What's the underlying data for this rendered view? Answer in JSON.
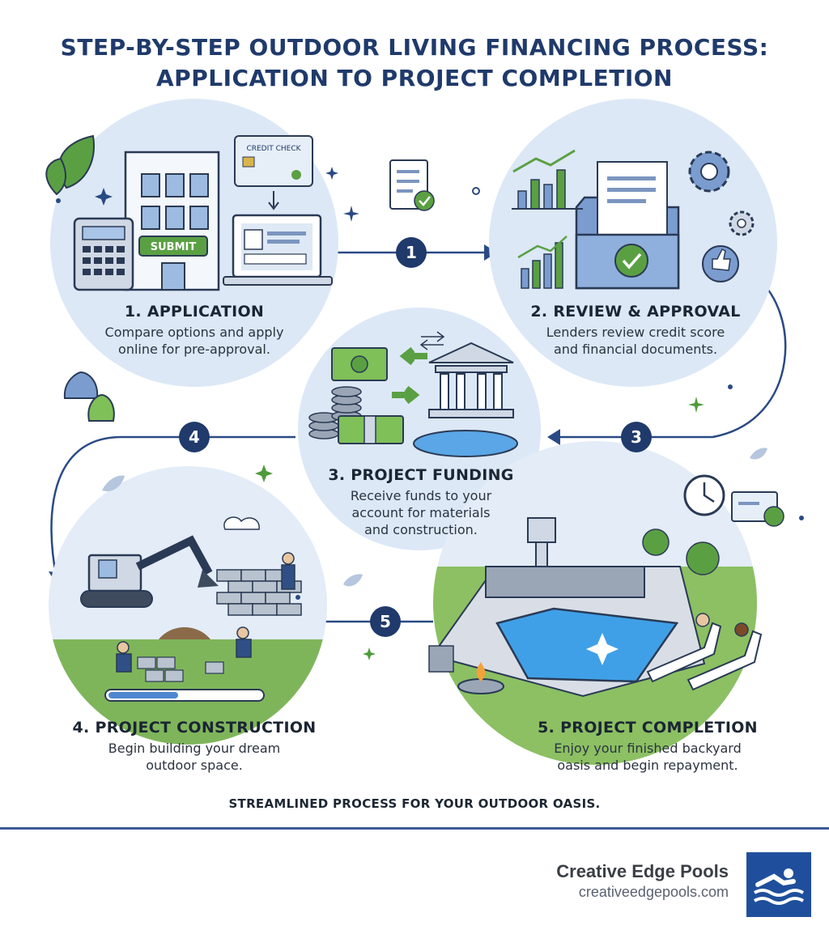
{
  "title": {
    "line1": "STEP-BY-STEP OUTDOOR LIVING FINANCING PROCESS:",
    "line2": "APPLICATION TO PROJECT COMPLETION"
  },
  "steps": [
    {
      "number": "1",
      "title": "1. APPLICATION",
      "desc1": "Compare options and apply",
      "desc2": "online for pre-approval."
    },
    {
      "number": "2",
      "title": "2. REVIEW & APPROVAL",
      "desc1": "Lenders review credit score",
      "desc2": "and financial documents."
    },
    {
      "number": "3",
      "title": "3. PROJECT FUNDING",
      "desc1": "Receive funds to your",
      "desc2": "account for materials",
      "desc3": "and construction."
    },
    {
      "number": "4",
      "title": "4. PROJECT CONSTRUCTION",
      "desc1": "Begin building your dream",
      "desc2": "outdoor space."
    },
    {
      "number": "5",
      "title": "5. PROJECT COMPLETION",
      "desc1": "Enjoy your finished backyard",
      "desc2": "oasis and begin repayment."
    }
  ],
  "illustration_text": {
    "submit": "SUBMIT",
    "credit_check": "CREDIT CHECK"
  },
  "footer": {
    "note": "STREAMLINED PROCESS FOR YOUR OUTDOOR OASIS.",
    "brand_name": "Creative Edge Pools",
    "brand_url": "creativeedgepools.com"
  },
  "colors": {
    "navy": "#1f3a6b",
    "circle_fill": "#dce8f6",
    "accent_green": "#4f9a3a",
    "brand_blue": "#1f4f9c"
  }
}
